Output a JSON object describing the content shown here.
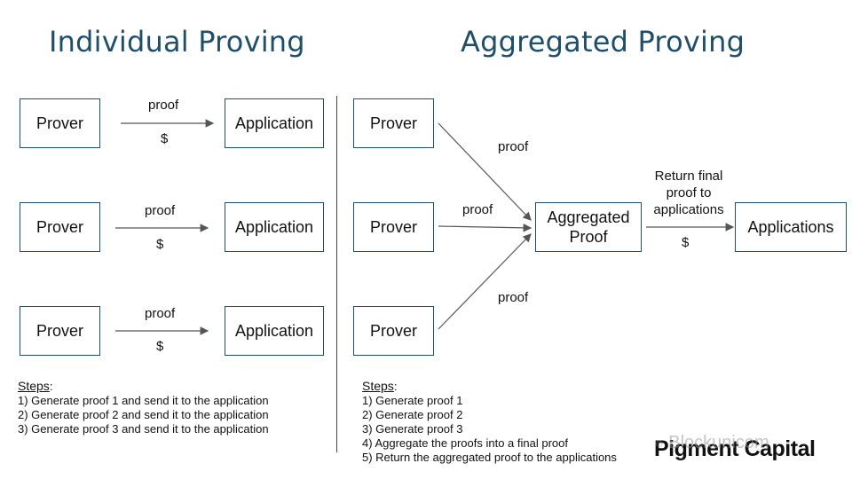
{
  "individual": {
    "title": "Individual Proving",
    "provers": [
      "Prover",
      "Prover",
      "Prover"
    ],
    "applications": [
      "Application",
      "Application",
      "Application"
    ],
    "arrow_top_label": "proof",
    "arrow_bottom_label": "$",
    "steps_heading": "Steps",
    "steps": [
      "1) Generate proof 1 and send it to the application",
      "2) Generate proof 2 and send it to the application",
      "3) Generate proof 3 and send it to the application"
    ]
  },
  "aggregated": {
    "title": "Aggregated Proving",
    "provers": [
      "Prover",
      "Prover",
      "Prover"
    ],
    "aggregated_box": "Aggregated Proof",
    "applications_box": "Applications",
    "proof_label": "proof",
    "return_label": "Return final proof to applications",
    "money_label": "$",
    "steps_heading": "Steps",
    "steps": [
      "1) Generate proof 1",
      "2) Generate proof 2",
      "3) Generate proof 3",
      "4) Aggregate the proofs into a final proof",
      "5) Return the aggregated proof to the applications"
    ]
  },
  "brand": {
    "text": "Pigment Capital",
    "watermark": "Blockunicom"
  },
  "colors": {
    "title": "#1f4e6b",
    "box_border": "#1f4e6b",
    "arrow": "#555555"
  }
}
